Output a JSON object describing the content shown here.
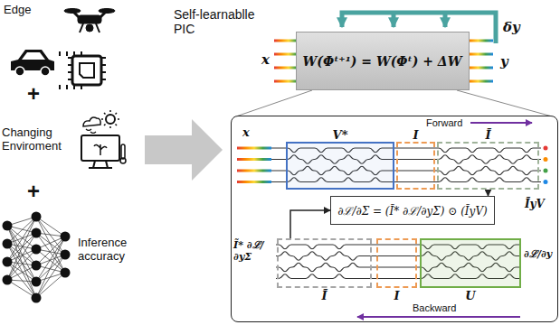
{
  "diagram": {
    "nodes": [
      {
        "text": [
          "W(Φᵗ⁺¹) = W(Φᵗ) + ΔW"
        ]
      },
      {
        "text": [
          "Forward",
          "Backward"
        ]
      },
      {
        "text": [
          "V*"
        ],
        "in": 1
      },
      {
        "text": [
          "I"
        ],
        "in": 1
      },
      {
        "text": [
          "Ĩ"
        ],
        "in": 1
      },
      {
        "text": [
          "∂ℒ/∂Σ = (Ĩ* ∂ℒ/∂yΣ) ⊙ (ĨyV)"
        ],
        "in": 1
      },
      {
        "text": [
          "Ĩ"
        ],
        "in": 1
      },
      {
        "text": [
          "I"
        ],
        "in": 1
      },
      {
        "text": [
          "U"
        ],
        "in": 1
      }
    ],
    "edges": [
      {
        "from": 4,
        "to": 5,
        "arrow": "to"
      },
      {
        "from": 6,
        "to": 5,
        "arrow": "to"
      }
    ],
    "labels": [
      "Edge",
      "+",
      "Changing Enviroment",
      "+",
      "Inference accuracy",
      "Self-learnablle PIC",
      "x",
      "δy",
      "y",
      "x",
      "ĨyV",
      "Ĩ* ∂ℒ/∂yΣ",
      "∂ℒ/∂y"
    ]
  }
}
